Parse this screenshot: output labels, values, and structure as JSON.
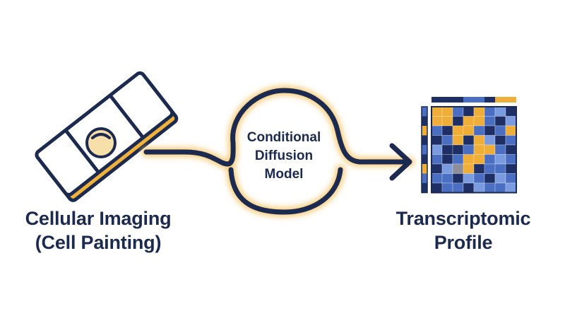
{
  "input": {
    "label_line1": "Cellular Imaging",
    "label_line2": "(Cell Painting)"
  },
  "model": {
    "label_line1": "Conditional",
    "label_line2": "Diffusion",
    "label_line3": "Model"
  },
  "output": {
    "label_line1": "Transcriptomic",
    "label_line2": "Profile"
  },
  "colors": {
    "navy": "#1b2a4e",
    "gold": "#f0b23a",
    "cell_fill": "#f7dfaa",
    "heatmap_blue": "#4a6fc2",
    "heatmap_dark": "#1e2f66",
    "heatmap_gold": "#efae37",
    "heatmap_light": "#7a9be0",
    "heatmap_gray": "#8c8f9a",
    "glow": "#f6c66a"
  },
  "heatmap": {
    "rows": [
      [
        "g",
        "g",
        "b",
        "d",
        "g",
        "b",
        "l",
        "d"
      ],
      [
        "g",
        "g",
        "d",
        "g",
        "g",
        "b",
        "d",
        "l"
      ],
      [
        "b",
        "d",
        "g",
        "g",
        "b",
        "d",
        "b",
        "g"
      ],
      [
        "d",
        "b",
        "g",
        "d",
        "g",
        "l",
        "d",
        "b"
      ],
      [
        "l",
        "d",
        "d",
        "b",
        "g",
        "g",
        "b",
        "d"
      ],
      [
        "b",
        "d",
        "b",
        "g",
        "g",
        "b",
        "l",
        "b"
      ],
      [
        "d",
        "l",
        "x",
        "g",
        "d",
        "b",
        "b",
        "d"
      ],
      [
        "b",
        "b",
        "d",
        "l",
        "b",
        "d",
        "l",
        "b"
      ],
      [
        "d",
        "b",
        "b",
        "d",
        "l",
        "b",
        "b",
        "l"
      ]
    ],
    "top_bar": [
      "d",
      "d",
      "d",
      "b",
      "b",
      "d",
      "g",
      "g"
    ],
    "side_bar": [
      "b",
      "d",
      "g",
      "d",
      "b",
      "d",
      "g",
      "b",
      "d"
    ]
  },
  "icons": {
    "input": "slide-icon",
    "output": "heatmap-icon",
    "model": "loop-icon"
  }
}
